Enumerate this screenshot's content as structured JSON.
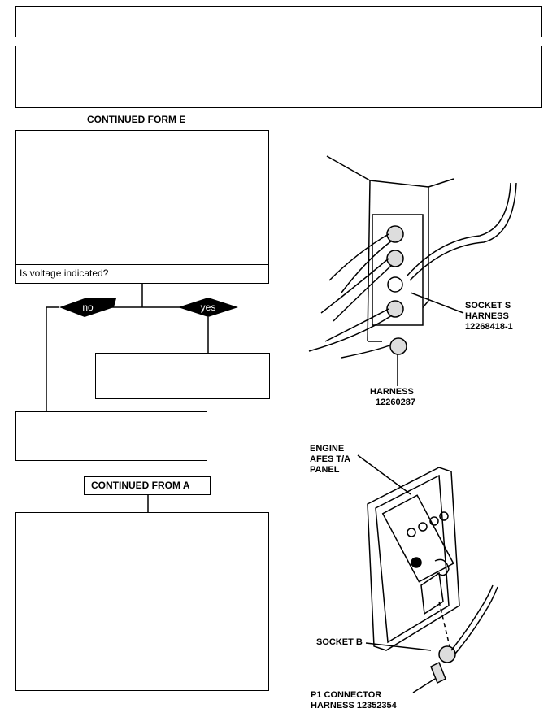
{
  "flow": {
    "heading_continued_e": "CONTINUED FORM E",
    "question": "Is voltage indicated?",
    "decision_no": "no",
    "decision_yes": "yes",
    "heading_continued_a": "CONTINUED FROM A"
  },
  "figure_top": {
    "socket_s_line1": "SOCKET S",
    "socket_s_line2": "HARNESS",
    "socket_s_line3": "12268418-1",
    "harness_line1": "HARNESS",
    "harness_line2": "12260287"
  },
  "figure_bottom": {
    "engine_line1": "ENGINE",
    "engine_line2": "AFES T/A",
    "engine_line3": "PANEL",
    "socket_b": "SOCKET B",
    "p1_line1": "P1 CONNECTOR",
    "p1_line2": "HARNESS 12352354"
  }
}
